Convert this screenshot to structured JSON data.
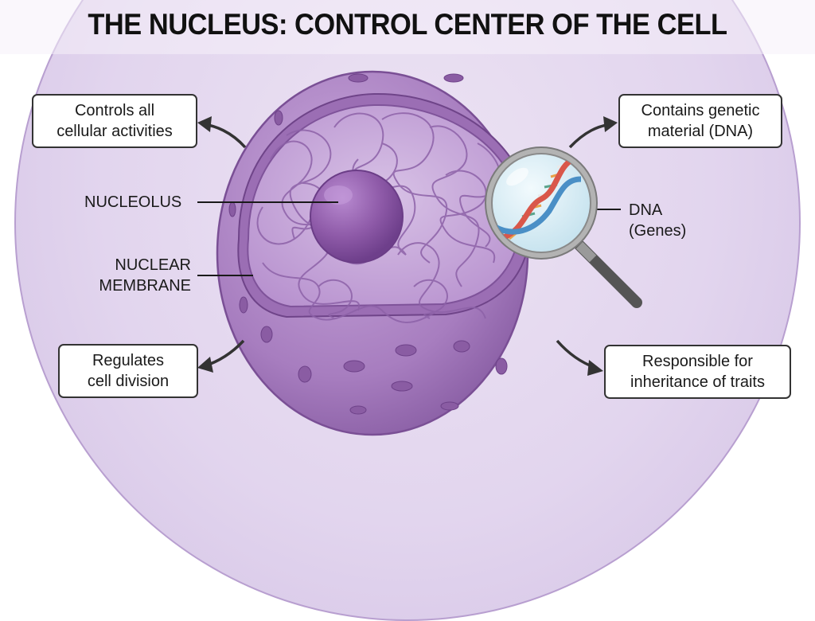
{
  "title": "THE NUCLEUS: CONTROL CENTER OF THE CELL",
  "callouts": {
    "top_left": {
      "line1": "Controls all",
      "line2": "cellular activities"
    },
    "top_right": {
      "line1": "Contains genetic",
      "line2": "material (DNA)"
    },
    "bottom_left": {
      "line1": "Regulates",
      "line2": "cell division"
    },
    "bottom_right": {
      "line1": "Responsible for",
      "line2": "inheritance of traits"
    }
  },
  "labels": {
    "nucleolus": "NUCLEOLUS",
    "nuclear_membrane": {
      "line1": "NUCLEAR",
      "line2": "MEMBRANE"
    },
    "dna": {
      "line1": "DNA",
      "line2": "(Genes)"
    }
  },
  "colors": {
    "background_cell": "#e2d5ee",
    "nucleus_outer": "#a77dbf",
    "nucleus_inner": "#c7a9d8",
    "nucleolus": "#8e5aa8",
    "dna_red": "#d9574a",
    "dna_blue": "#4a8fc6",
    "magnifier_rim": "#a9a9a9",
    "text": "#111111"
  }
}
